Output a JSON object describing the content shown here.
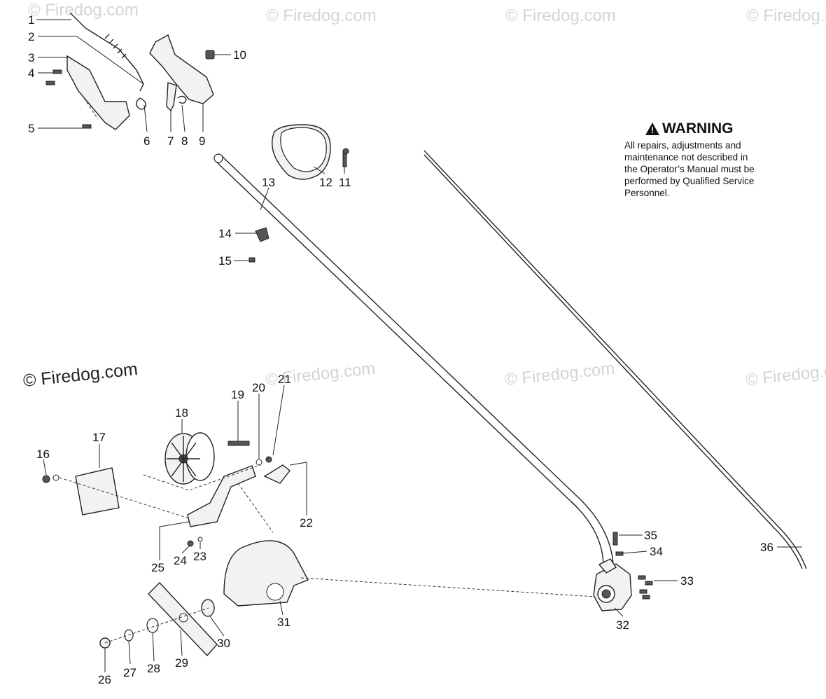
{
  "watermarks": {
    "main": "© Firedog.com",
    "faint": "© Firedog.com"
  },
  "warning": {
    "title": "WARNING",
    "icon": "warning-triangle-icon",
    "lines": [
      "All repairs, adjustments and",
      "maintenance not described in",
      "the Operator’s Manual must be",
      "performed by Qualified Service",
      "Personnel."
    ]
  },
  "part_numbers": [
    "1",
    "2",
    "3",
    "4",
    "5",
    "6",
    "7",
    "8",
    "9",
    "10",
    "11",
    "12",
    "13",
    "14",
    "15",
    "16",
    "17",
    "18",
    "19",
    "20",
    "21",
    "22",
    "23",
    "24",
    "25",
    "26",
    "27",
    "28",
    "29",
    "30",
    "31",
    "32",
    "33",
    "34",
    "35",
    "36"
  ]
}
